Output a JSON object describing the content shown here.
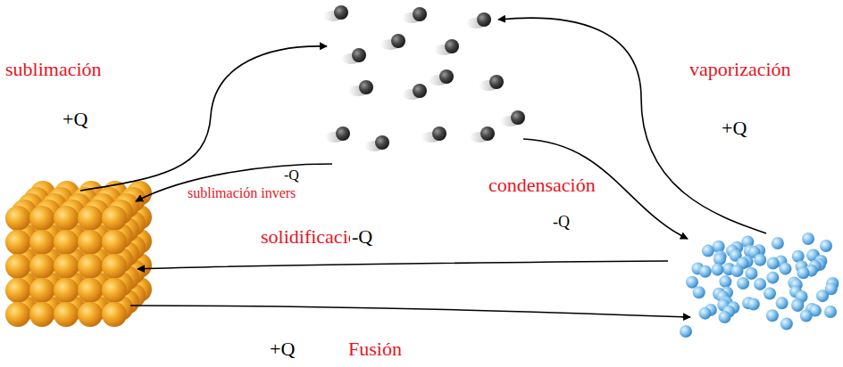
{
  "diagram": {
    "labels": [
      "sublimación",
      "+Q",
      "vaporización",
      "+Q",
      "sublimación invers",
      "-Q",
      "condensación",
      "-Q",
      "solidificación",
      "-Q",
      "+Q",
      "Fusión"
    ]
  }
}
